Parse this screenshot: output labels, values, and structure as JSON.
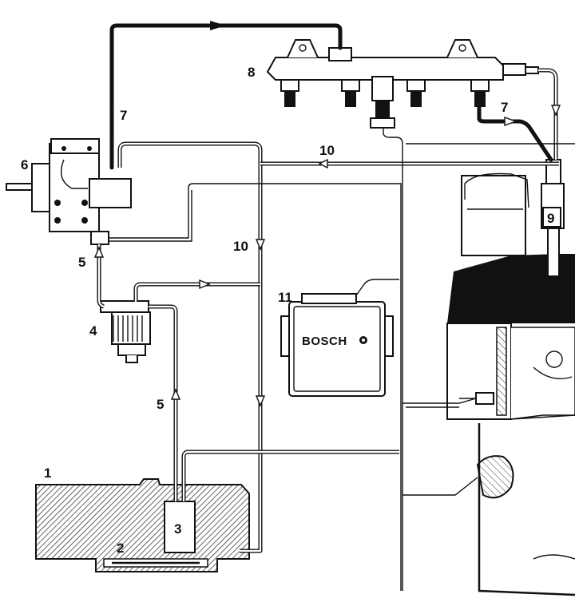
{
  "labels": {
    "tank": "1",
    "sensor": "2",
    "pump": "3",
    "filter": "4",
    "supply_line_left": "5",
    "supply_line_bottom": "5",
    "hp_pump": "6",
    "hp_line_left": "7",
    "hp_line_right": "7",
    "rail": "8",
    "injector": "9",
    "return_line_top": "10",
    "return_line_mid": "10",
    "ecu": "11"
  },
  "ecu_brand": "BOSCH",
  "colors": {
    "line": "#111111",
    "background": "#ffffff",
    "hatch": "#222222"
  }
}
